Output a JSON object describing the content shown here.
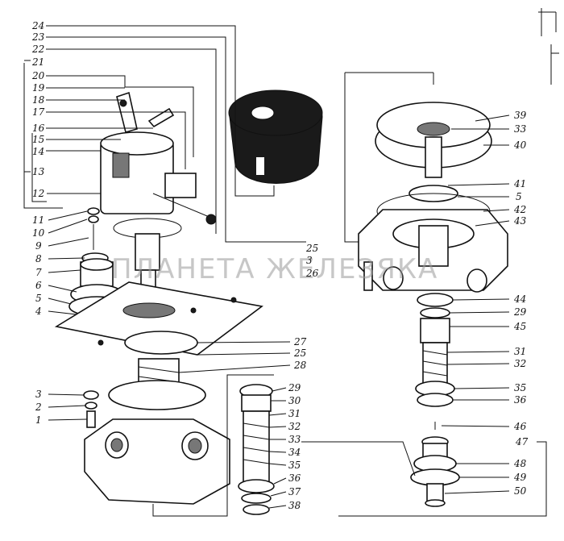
{
  "watermark": "ПЛАНЕТА ЖЕЛЕЗЯКА",
  "callouts": {
    "c24": "24",
    "c23": "23",
    "c22": "22",
    "c21": "21",
    "c20": "20",
    "c19": "19",
    "c18": "18",
    "c17": "17",
    "c16": "16",
    "c15": "15",
    "c14": "14",
    "c13": "13",
    "c12": "12",
    "c11": "11",
    "c10": "10",
    "c9": "9",
    "c8": "8",
    "c7": "7",
    "c6": "6",
    "c5": "5",
    "c4": "4",
    "c25a": "25",
    "c3a": "3",
    "c26a": "26",
    "c27": "27",
    "c25b": "25",
    "c28": "28",
    "c3b": "3",
    "c2": "2",
    "c1": "1",
    "c29a": "29",
    "c30": "30",
    "c31a": "31",
    "c32a": "32",
    "c33a": "33",
    "c34": "34",
    "c35a": "35",
    "c36a": "36",
    "c37": "37",
    "c38": "38",
    "c39": "39",
    "c33b": "33",
    "c40": "40",
    "c41": "41",
    "c5b": "5",
    "c42": "42",
    "c43": "43",
    "c44": "44",
    "c29b": "29",
    "c45": "45",
    "c31b": "31",
    "c32b": "32",
    "c35b": "35",
    "c36b": "36",
    "c46": "46",
    "c47": "47",
    "c48": "48",
    "c49": "49",
    "c50": "50"
  }
}
